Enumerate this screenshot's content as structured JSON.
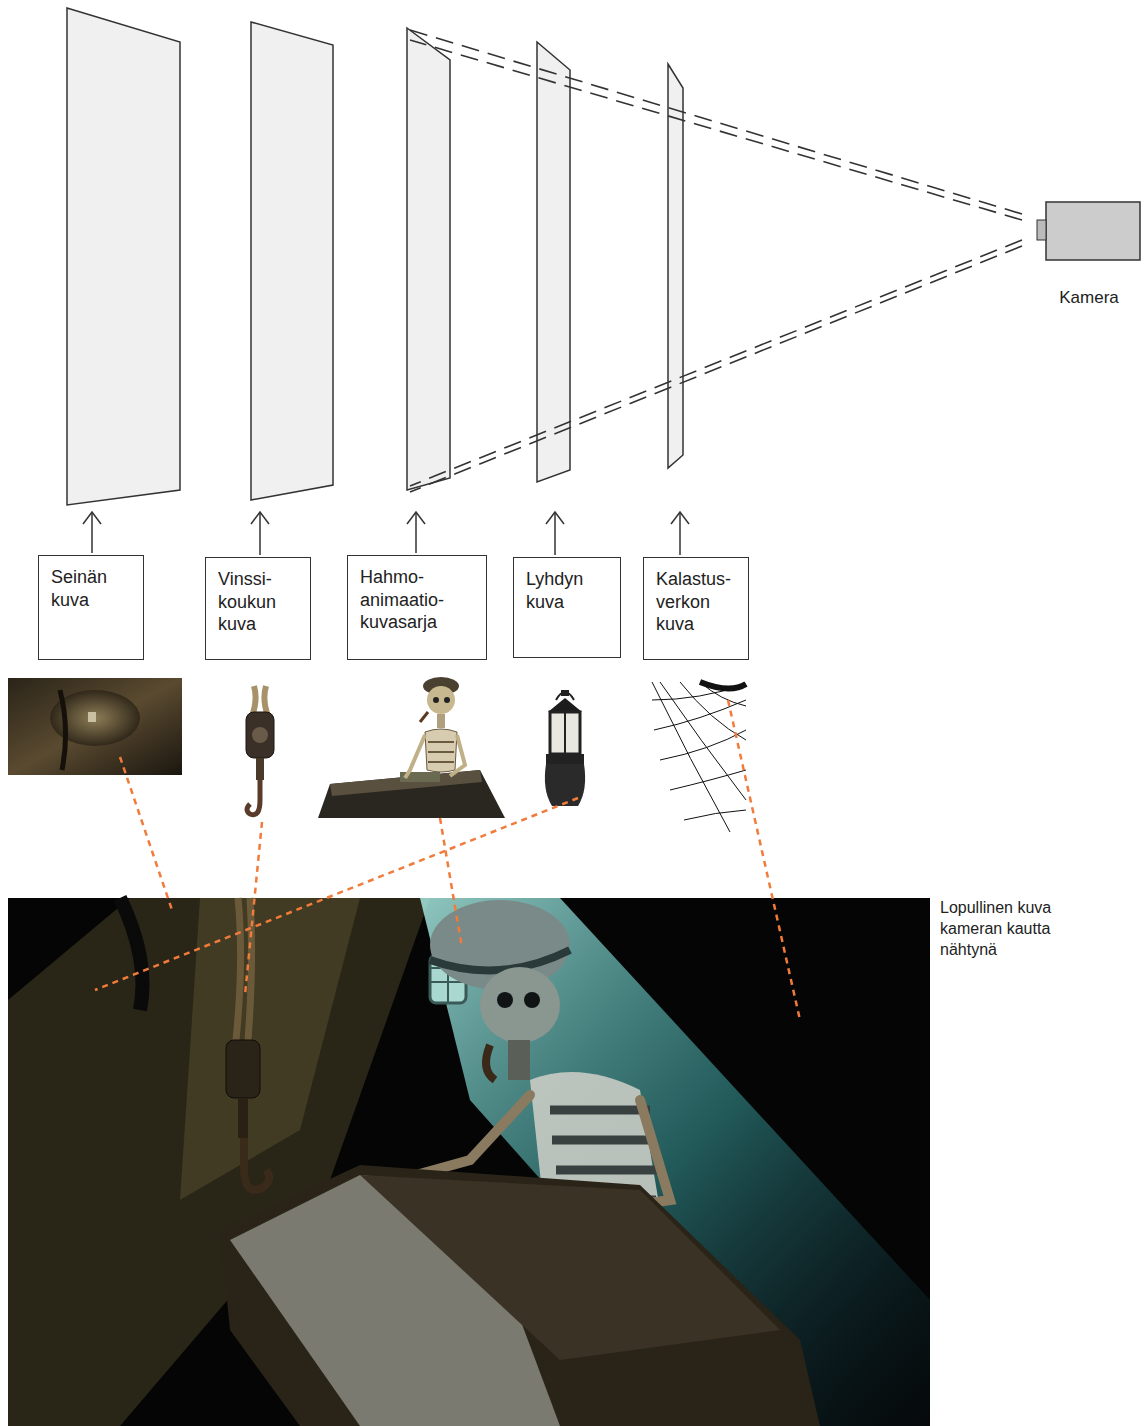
{
  "diagram": {
    "nodes": [
      {
        "text": [
          "Kamera"
        ]
      },
      {
        "text": [
          "Seinän kuva"
        ]
      },
      {
        "text": [
          "Vinssi- koukun kuva"
        ]
      },
      {
        "text": [
          "Hahmo- animaatio- kuvasarja"
        ]
      },
      {
        "text": [
          "Lyhdyn kuva"
        ]
      },
      {
        "text": [
          "Kalastus- verkon kuva"
        ]
      }
    ],
    "labels": [
      "Lopullinen kuva kameran kautta nähtynä"
    ]
  }
}
